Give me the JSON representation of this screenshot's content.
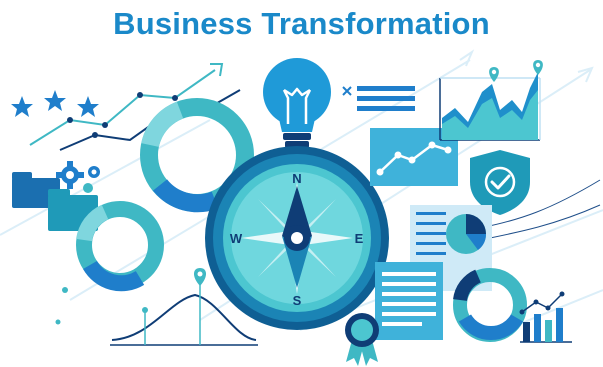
{
  "headline": "Business Transformation",
  "compass": {
    "north": "N",
    "south": "S",
    "east": "E",
    "west": "W"
  },
  "colors": {
    "title": "#1a89c9",
    "navy": "#0f3d76",
    "teal": "#3fb8c4",
    "light_teal": "#7fd6de",
    "blue": "#1f7ecb",
    "pale_blue": "#cfe7f6",
    "pale_line": "#dbeef8"
  },
  "icons": {
    "bulb": "lightbulb-icon",
    "shield": "shield-check-icon",
    "gears": "gear-icon",
    "badge": "award-ribbon-icon",
    "stars": "star-icon"
  }
}
